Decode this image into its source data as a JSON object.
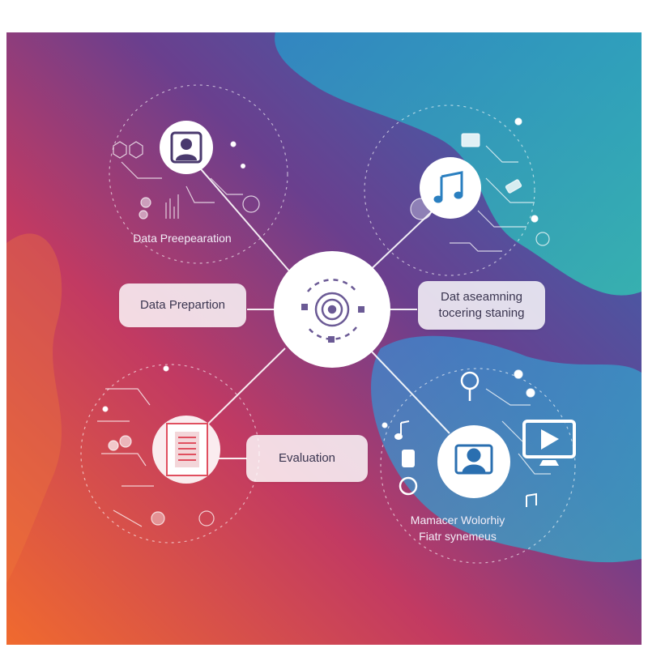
{
  "nodes": {
    "top_left_label": "Data Preepearation",
    "left_box_label": "Data Prepartion",
    "right_box_line1": "Dat aseamning",
    "right_box_line2": "tocering staning",
    "bottom_box_label": "Evaluation",
    "bottom_right_line1": "Mamacer Wolorhiy",
    "bottom_right_line2": "Fiatr synemeus"
  },
  "icons": {
    "top_left": "user-badge-icon",
    "top_right": "music-note-icon",
    "center": "cycle-target-icon",
    "bottom_left": "document-icon",
    "bottom_right": "user-group-icon",
    "bottom_right_extra": "video-play-icon"
  },
  "colors": {
    "background_left": "#ef5a3a",
    "background_mid": "#8a3b8f",
    "background_right": "#2a7fc0",
    "background_teal": "#2fb3b0",
    "node_fill": "#ffffff",
    "icon_color": "#5b4a8a"
  }
}
